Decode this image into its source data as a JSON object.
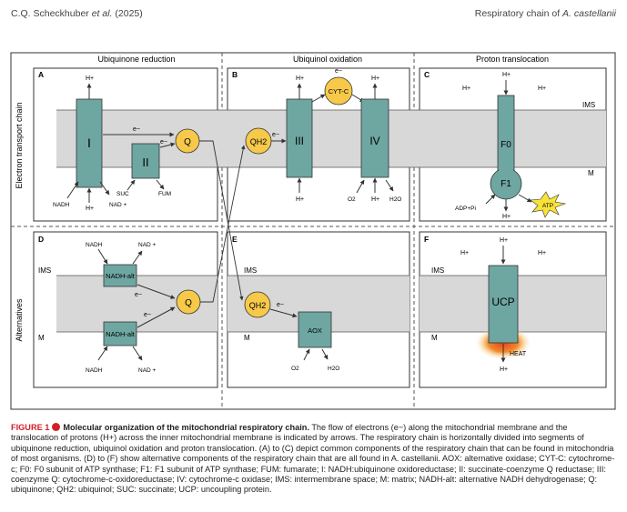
{
  "header": {
    "left_prefix": "C.Q. Scheckhuber ",
    "left_etal": "et al.",
    "left_suffix": " (2025)",
    "right_prefix": "Respiratory chain of ",
    "right_species": "A. castellanii"
  },
  "figure": {
    "column_headers": [
      "Ubiquinone reduction",
      "Ubiquinol oxidation",
      "Proton translocation"
    ],
    "row_labels": [
      "Electron transport chain",
      "Alternatives"
    ],
    "panel_letters": [
      "A",
      "B",
      "C",
      "D",
      "E",
      "F"
    ],
    "membrane": {
      "ims": "IMS",
      "matrix": "M"
    },
    "complexes": {
      "c1": "I",
      "c2": "II",
      "c3": "III",
      "c4": "IV",
      "f0": "F0",
      "f1": "F1",
      "nadh_alt": "NADH-alt",
      "aox": "AOX",
      "ucp": "UCP"
    },
    "carriers": {
      "q": "Q",
      "qh2": "QH2",
      "cytc": "CYT-C"
    },
    "labels": {
      "hplus": "H+",
      "eminus": "e−",
      "nadh": "NADH",
      "nadplus": "NAD +",
      "suc": "SUC",
      "fum": "FUM",
      "o2": "O2",
      "h2o": "H2O",
      "adp": "ADP+Pi",
      "atp": "ATP",
      "heat": "HEAT"
    },
    "colors": {
      "complex": "#6ea6a2",
      "carrier": "#f7c94a",
      "membrane": "#d8d8d8",
      "atp": "#f7e23a",
      "heat": "#e8411f"
    }
  },
  "caption": {
    "figure_label": "FIGURE 1",
    "title": "Molecular organization of the mitochondrial respiratory chain.",
    "body": " The flow of electrons (e−) along the mitochondrial membrane and the translocation of protons (H+) across the inner mitochondrial membrane is indicated by arrows. The respiratory chain is horizontally divided into segments of ubiquinone reduction, ubiquinol oxidation and proton translocation. (A) to (C) depict common components of the respiratory chain that can be found in mitochondria of most organisms. (D) to (F) show alternative components of the respiratory chain that are all found in A. castellanii. AOX: alternative oxidase; CYT-C: cytochrome-c; F0: F0 subunit of ATP synthase; F1: F1 subunit of ATP synthase; FUM: fumarate; I: NADH:ubiquinone oxidoreductase; II: succinate-coenzyme Q reductase; III: coenzyme Q: cytochrome-c-oxidoreductase; IV: cytochrome-c oxidase; IMS: intermembrane space; M: matrix; NADH-alt: alternative NADH dehydrogenase; Q: ubiquinone; QH2: ubiquinol; SUC: succinate; UCP: uncoupling protein."
  }
}
